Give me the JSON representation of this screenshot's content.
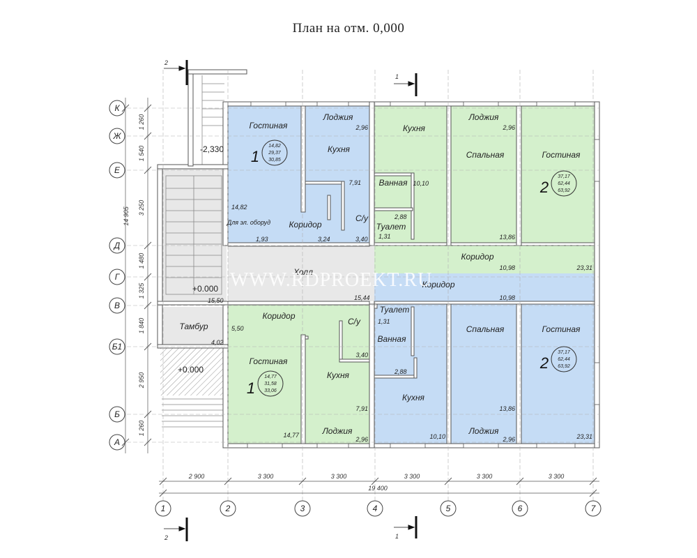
{
  "title": "План на отм. 0,000",
  "watermark": "WWW.RDPROEKT.RU",
  "axes_rows": [
    "К",
    "Ж",
    "Е",
    "Д",
    "Г",
    "В",
    "Б1",
    "Б",
    "А"
  ],
  "axes_cols": [
    "1",
    "2",
    "3",
    "4",
    "5",
    "6",
    "7"
  ],
  "row_dims": [
    "1 260",
    "1 540",
    "3 250",
    "1 480",
    "1 325",
    "1 840",
    "2 950",
    "1 260"
  ],
  "total_vertical": "14 905",
  "col_dims": [
    "2 900",
    "3 300",
    "3 300",
    "3 300",
    "3 300",
    "3 300"
  ],
  "total_horizontal": "19 400",
  "section_marks": [
    "1",
    "1",
    "2",
    "2"
  ],
  "levels": {
    "stair_level": "-2,330",
    "hall_level": "+0.000",
    "porch_level": "+0.000"
  },
  "rooms": {
    "living1_top": "Гостиная",
    "loggia1_top": "Лоджия",
    "kitchen1_top": "Кухня",
    "corridor1_top": "Коридор",
    "su1_top": "С/у",
    "electro1": "Для эл. оборуд",
    "kitchen2_top": "Кухня",
    "bath2_top": "Ванная",
    "toilet2_top": "Туалет",
    "loggia2_top": "Лоджия",
    "bedroom2_top": "Спальная",
    "living2_top": "Гостиная",
    "corridor2_top": "Коридор",
    "hall": "Холл",
    "corridor2_bot": "Коридор",
    "corridor1_bot": "Коридор",
    "su1_bot": "С/у",
    "tambur": "Тамбур",
    "living1_bot": "Гостиная",
    "kitchen1_bot": "Кухня",
    "loggia1_bot": "Лоджия",
    "toilet2_bot": "Туалет",
    "bath2_bot": "Ванная",
    "kitchen2_bot": "Кухня",
    "bedroom2_bot": "Спальная",
    "loggia2_bot": "Лоджия",
    "living2_bot": "Гостиная"
  },
  "areas": {
    "loggia1_top": "2,96",
    "kitchen1_top": "7,91",
    "living1_top": "14,82",
    "electro1": "1,93",
    "corridor1_top": "3,24",
    "su1_top": "3,40",
    "kitchen2_top": "10,10",
    "bath2_top": "2,88",
    "toilet2_top": "1,31",
    "loggia2_top": "2,96",
    "bedroom2_top": "13,86",
    "corridor2_top": "10,98",
    "living2_top": "23,31",
    "hall": "15,44",
    "stair": "15,50",
    "corridor1_bot": "5,50",
    "tambur": "4,02",
    "su1_bot": "3,40",
    "kitchen1_bot": "7,91",
    "living1_bot": "14,77",
    "loggia1_bot": "2,96",
    "toilet2_bot": "1,31",
    "bath2_bot": "2,88",
    "kitchen2_bot": "10,10",
    "corridor2_bot": "10,98",
    "bedroom2_bot": "13,86",
    "loggia2_bot": "2,96",
    "living2_bot": "23,31"
  },
  "apartments": [
    {
      "num": "1",
      "living": "14,82",
      "total": "29,37",
      "overall": "30,85"
    },
    {
      "num": "2",
      "living": "37,17",
      "total": "62,44",
      "overall": "63,92"
    },
    {
      "num": "1",
      "living": "14,77",
      "total": "31,58",
      "overall": "33,06"
    },
    {
      "num": "2",
      "living": "37,17",
      "total": "62,44",
      "overall": "63,92"
    }
  ],
  "colors": {
    "blue": "#c5dcf5",
    "green": "#d4f0cc",
    "gray": "#e8e8e8",
    "wall": "#ffffff",
    "wall_stroke": "#555555"
  }
}
